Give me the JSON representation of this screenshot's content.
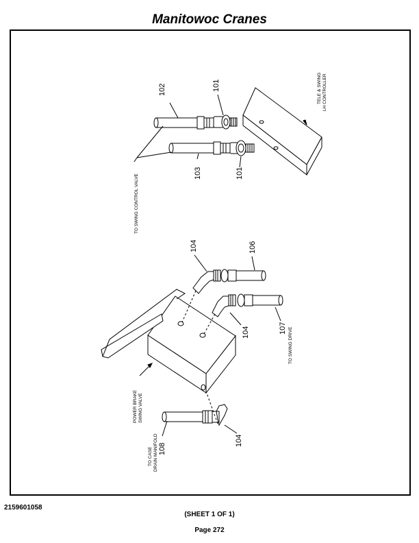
{
  "header": {
    "title": "Manitowoc Cranes"
  },
  "drawing": {
    "callouts": {
      "c101a": "101",
      "c101b": "101",
      "c102": "102",
      "c103": "103",
      "c104a": "104",
      "c104b": "104",
      "c104c": "104",
      "c106": "106",
      "c107": "107",
      "c108": "108"
    },
    "notes": {
      "tele_swing_1": "TELE & SWING",
      "tele_swing_2": "LH CONTROLLER",
      "to_swing_control_valve": "TO SWING CONTROL VALVE",
      "power_brake_1": "POWER BRAKE",
      "power_brake_2": "SWING VALVE",
      "to_swing_drive": "TO SWING DRIVE",
      "to_case_1": "TO CASE",
      "to_case_2": "DRAIN MANIFOLD"
    }
  },
  "footer": {
    "doc_number": "2159601058",
    "sheet": "(SHEET 1 OF 1)",
    "page": "Page 272"
  }
}
